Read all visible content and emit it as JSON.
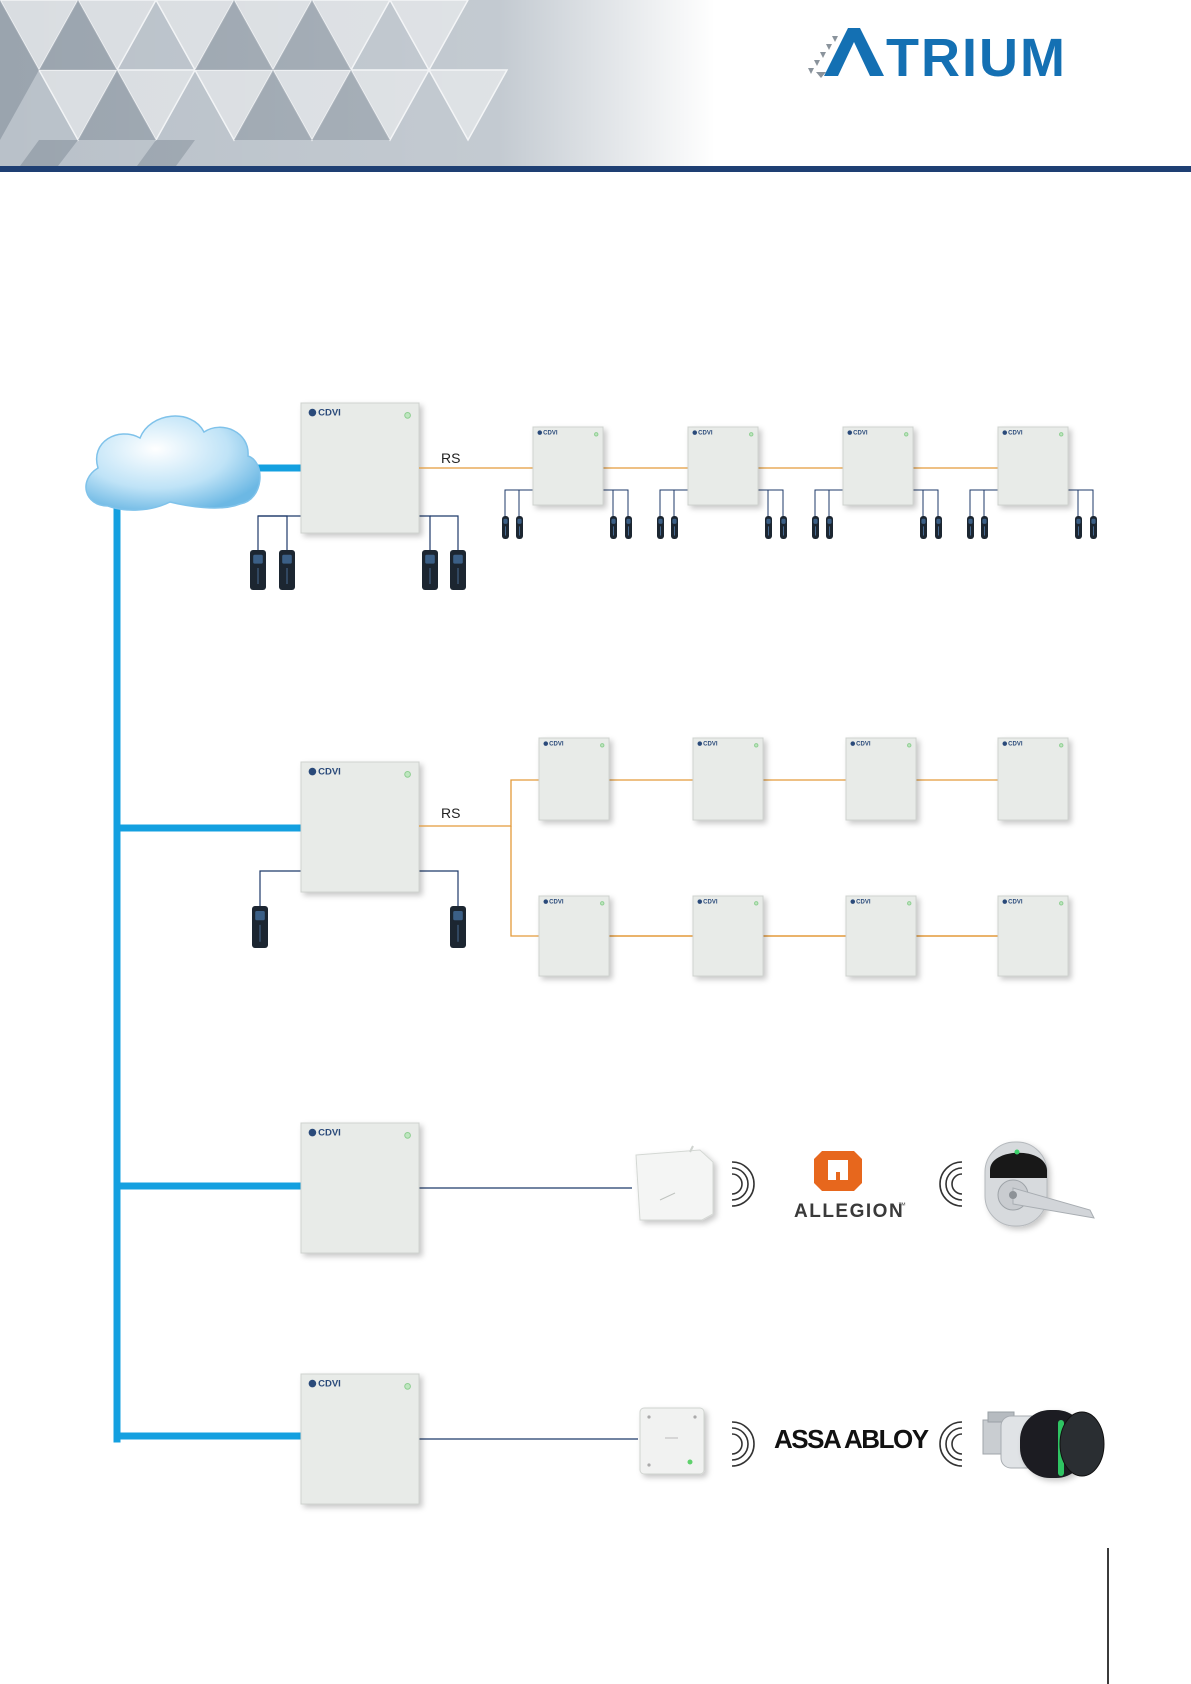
{
  "header": {
    "logo_text": "ATRIUM",
    "colors": {
      "band": "#1e3f73",
      "logo": "#1470b3",
      "logo_mark": "#8a939c"
    }
  },
  "diagram": {
    "bus_color": "#14a0e0",
    "rs_color": "#e39a3a",
    "wireless_link_color": "#1e3a6a",
    "rows": [
      {
        "rs_label": "RS",
        "topology": "daisy-chain",
        "expander_count": 4,
        "main_readers": 4,
        "expander_readers": 4
      },
      {
        "rs_label": "RS",
        "topology": "two-branches",
        "expander_count": 8,
        "main_readers": 2
      },
      {
        "hub_icon": "wireless-gateway-icon",
        "brand_text": "ALLEGION",
        "brand_mark_superscript": "™",
        "lock_icon": "lever-lock-icon"
      },
      {
        "hub_icon": "wireless-hub-icon",
        "brand_text": "ASSA ABLOY",
        "lock_icon": "cylinder-lock-icon"
      }
    ],
    "controller_badge": "CDVI",
    "colors": {
      "allegion_orange": "#e7671d",
      "controller": "#e8ebe8",
      "reader": "#1c2631"
    }
  }
}
